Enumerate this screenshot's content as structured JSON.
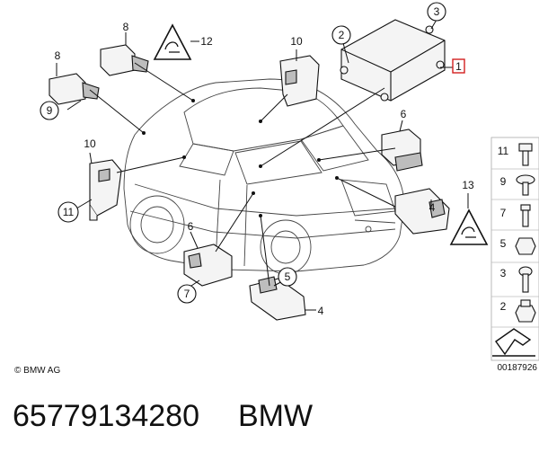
{
  "callouts": {
    "c1": "1",
    "c2": "2",
    "c3": "3",
    "c4a": "4",
    "c4b": "4",
    "c5a": "5",
    "c6a": "6",
    "c6b": "6",
    "c7": "7",
    "c8a": "8",
    "c8b": "8",
    "c9": "9",
    "c10a": "10",
    "c10b": "10",
    "c11": "11",
    "c12": "12",
    "c13": "13"
  },
  "side_legend": [
    "11",
    "9",
    "7",
    "5",
    "3",
    "2"
  ],
  "copyright": "© BMW AG",
  "drawing_ref": "00187926",
  "footer": {
    "part_number": "65779134280",
    "brand": "BMW"
  },
  "colors": {
    "highlight": "#d32020",
    "ink": "#111111"
  }
}
